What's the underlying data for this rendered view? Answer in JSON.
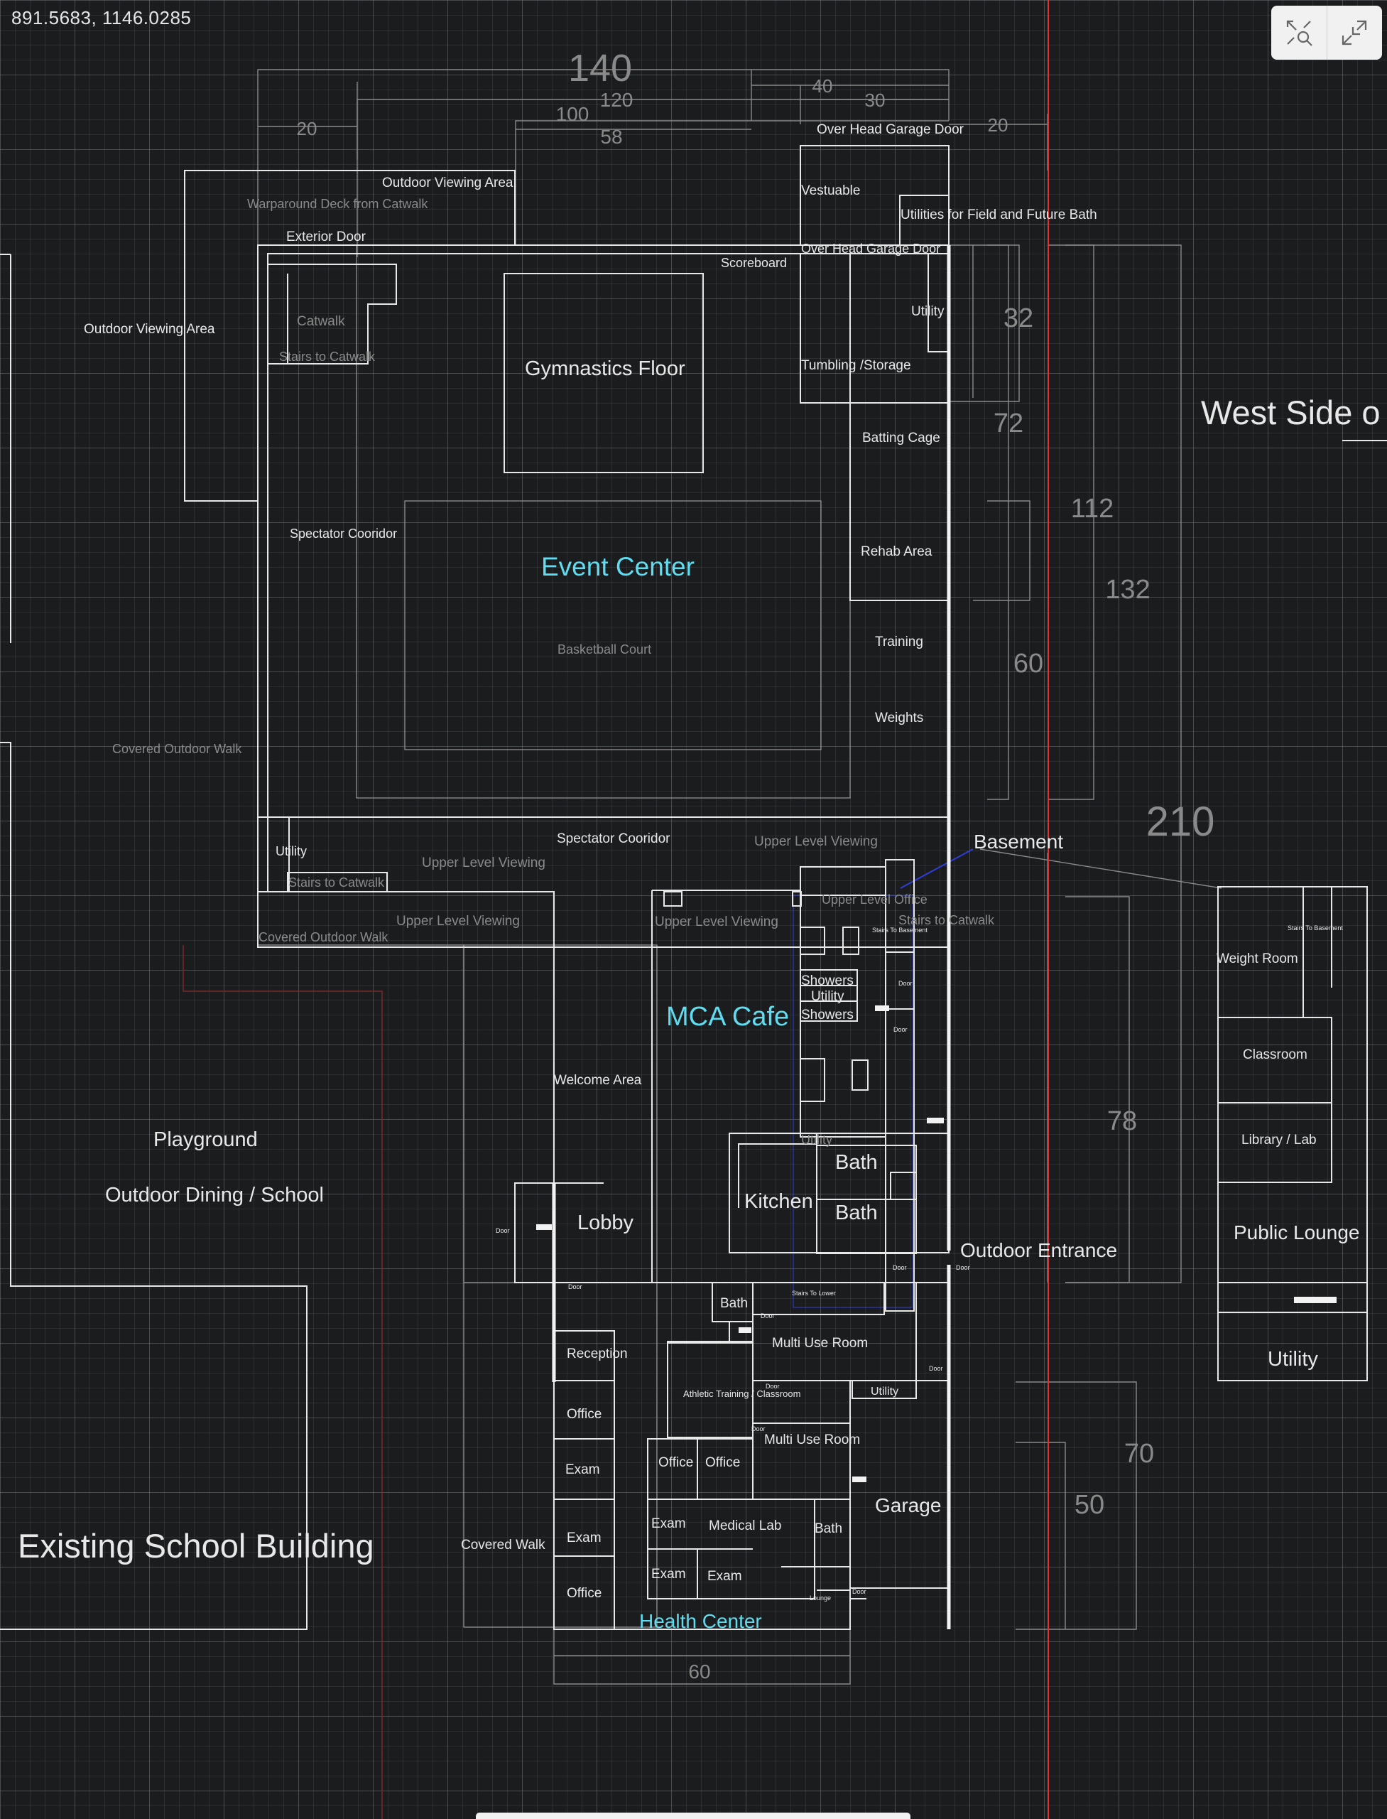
{
  "coordinates": "891.5683,  1146.0285",
  "toolbar": {
    "zoom_select_icon": "zoom-select-icon",
    "collapse_icon": "collapse-icon"
  },
  "colors": {
    "background": "#1b1c1e",
    "wall": "#e8e8e8",
    "dim": "#8a8a8a",
    "accent_label": "#5fdcef",
    "red_line": "#e0312c",
    "blue_line": "#2c3fd8"
  },
  "dimensions": {
    "d140": "140",
    "d120": "120",
    "d100": "100",
    "d58": "58",
    "d40": "40",
    "d30": "30",
    "d20a": "20",
    "d20b": "20",
    "d32": "32",
    "d72": "72",
    "d112": "112",
    "d132": "132",
    "d60a": "60",
    "d210": "210",
    "d78": "78",
    "d70": "70",
    "d50": "50",
    "d60b": "60"
  },
  "labels": {
    "outdoor_viewing_area_top": "Outdoor Viewing Area",
    "wraparound_deck": "Warparound Deck from Catwalk",
    "exterior_door": "Exterior Door",
    "outdoor_viewing_area_left": "Outdoor Viewing Area",
    "catwalk": "Catwalk",
    "stairs_to_catwalk_top": "Stairs to Catwalk",
    "gymnastics_floor": "Gymnastics Floor",
    "scoreboard": "Scoreboard",
    "overhead_garage_door_top": "Over Head Garage Door",
    "vestuable": "Vestuable",
    "utilities_field": "Utilities for Field and Future Bath",
    "overhead_garage_door": "Over Head Garage Door",
    "utility_gym": "Utility",
    "tumbling_storage": "Tumbling /Storage",
    "batting_cage": "Batting Cage",
    "spectator_cooridor_left": "Spectator Cooridor",
    "event_center": "Event Center",
    "rehab_area": "Rehab Area",
    "basketball_court": "Basketball Court",
    "training": "Training",
    "weights": "Weights",
    "covered_outdoor_walk_top": "Covered Outdoor Walk",
    "utility_sw": "Utility",
    "spectator_cooridor_mid": "Spectator Cooridor",
    "upper_level_viewing_right": "Upper Level Viewing",
    "basement": "Basement",
    "upper_level_viewing_1": "Upper Level Viewing",
    "stairs_to_catwalk_bottom": "Stairs to Catwalk",
    "upper_level_viewing_2": "Upper Level Viewing",
    "covered_outdoor_walk_bottom": "Covered Outdoor Walk",
    "upper_level_viewing_3": "Upper Level Viewing",
    "upper_level_office": "Upper Level Office",
    "stairs_to_catwalk_right": "Stairs to Catwalk",
    "stairs_to_basement_1": "Stairs To Basement",
    "stairs_to_basement_2": "Stairs To Basement",
    "showers_1": "Showers",
    "utility_showers": "Utility",
    "showers_2": "Showers",
    "door_1": "Door",
    "door_2": "Door",
    "mca_cafe": "MCA Cafe",
    "welcome_area": "Welcome Area",
    "playground": "Playground",
    "outdoor_dining": "Outdoor Dining / School",
    "utility_kitchen": "Utility",
    "bath_1": "Bath",
    "kitchen": "Kitchen",
    "bath_2": "Bath",
    "lobby": "Lobby",
    "door_lobby": "Door",
    "outdoor_entrance": "Outdoor Entrance",
    "door_3": "Door",
    "door_4": "Door",
    "door_5": "Door",
    "stairs_to_lower": "Stairs To Lower",
    "bath_3": "Bath",
    "door_6": "Door",
    "reception": "Reception",
    "multi_use_room_1": "Multi Use Room",
    "door_7": "Door",
    "athletic_training": "Athletic Training / Classroom",
    "door_8": "Door",
    "utility_multi": "Utility",
    "office_1": "Office",
    "door_9": "Door",
    "multi_use_room_2": "Multi Use Room",
    "exam_1": "Exam",
    "office_2": "Office",
    "office_3": "Office",
    "exam_2": "Exam",
    "medical_lab": "Medical Lab",
    "bath_4": "Bath",
    "garage": "Garage",
    "existing_school": "Existing School Building",
    "covered_walk": "Covered Walk",
    "exam_3": "Exam",
    "exam_4": "Exam",
    "office_4": "Office",
    "lounge": "Lounge",
    "door_10": "Door",
    "health_center": "Health Center",
    "west_side": "West Side o",
    "weight_room": "Weight Room",
    "classroom": "Classroom",
    "library_lab": "Library / Lab",
    "public_lounge": "Public Lounge",
    "utility_east": "Utility"
  }
}
